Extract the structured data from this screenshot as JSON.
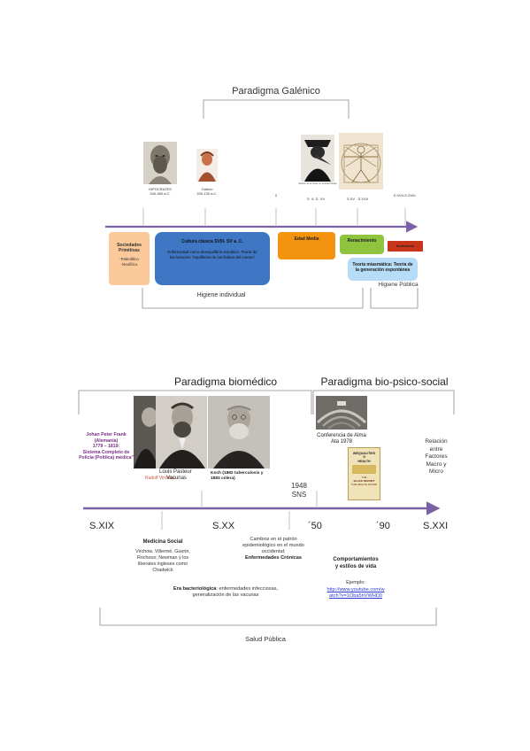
{
  "top": {
    "paradigm_title": "Paradigma Galénico",
    "figures": [
      {
        "name": "HIPOCRATES",
        "date": "340-360 a.C."
      },
      {
        "name": "Galeno",
        "date": "200-130 a.C."
      }
    ],
    "marks": {
      "zero": "0",
      "sv_sxv": "S. V- S. XV",
      "sxv_sxvii": "S.XV - S.XVII",
      "sxvii_sxviii": "S.XVII-S.XVIII"
    },
    "plague_caption": "Médico de la Peste en la Edad Media",
    "boxes": {
      "primitivas": {
        "title": "Sociedades Primitivas",
        "lines": [
          "-Paleolítico",
          "-Neolítico"
        ]
      },
      "clasica": {
        "title": "Cultura clásica SVIII- SV a. C.",
        "body": "Enfermedad como desequilibrio somático. Teoría de los humores \"equilibrios de los fluidos del cuerpo\""
      },
      "edad_media": {
        "title": "Edad Media"
      },
      "renacimiento": {
        "title": "Renacimiento"
      },
      "ilustracion": {
        "title": "Ilustración"
      },
      "miasmatica": {
        "title": "Teoría miasmática: Teoría de la generación espontánea"
      }
    },
    "higiene_individual": "Higiene individual",
    "higiene_publica": "Higiene Pública"
  },
  "bottom": {
    "paradigm_biomedico": "Paradigma biomédico",
    "paradigm_biopsico": "Paradigma bio-psico-social",
    "frank": {
      "name": "Johan Peter Frank",
      "country": "(Alemania)",
      "years": "1779 – 1819:",
      "work": "Sistema Completo de Policía (Política) médica\""
    },
    "pasteur": {
      "name": "Louis Pasteur",
      "sub": "Vacunas",
      "overlay": "Rudolf Virchow"
    },
    "koch": "Koch (1882 tuberculosis y 1883 cólera)",
    "alma_ata": "Conferencia de Alma Ata 1978",
    "sns": [
      "1948",
      "SNS"
    ],
    "relacion": [
      "Relación",
      "entre",
      "Factores",
      "Macro y",
      "Micro"
    ],
    "book": {
      "line1": "INEQUALITIES",
      "line2": "IN",
      "line3": "HEALTH",
      "line4": "THE",
      "line5": "BLACK REPORT",
      "line6": "THE HEALTH DIVIDE"
    },
    "axis": {
      "sxix": "S.XIX",
      "sxx": "S.XX",
      "y50": "´50",
      "y90": "´90",
      "sxxi": "S.XXI"
    },
    "medicina_social": {
      "title": "Medicina Social",
      "body": "Virchow, Villermé, Guerin, Rochoux; Newman y los liberales ingleses como Chadwick"
    },
    "cambios": {
      "body": "Cambios en el patrón epidemiológico en el mundo occidental:",
      "bold": "Enfermedades Crónicas"
    },
    "comportamientos": [
      "Comportamientos",
      "y estilos de vida"
    ],
    "ejemplo": {
      "label": "Ejemplo:",
      "link1": "http://www.youtube.com/w",
      "link2": "atch?v=1Oba5hVWHD0"
    },
    "era": {
      "bold": "Era bacteriológica",
      "rest": ": enfermedades infecciosas, generalización de las vacunas"
    },
    "salud_publica": "Salud Pública"
  },
  "colors": {
    "axis": "#7b62a6",
    "primitivas": "#fbc99a",
    "clasica": "#3f77c4",
    "edad_media": "#f4930e",
    "renacimiento": "#8fc43e",
    "ilustracion": "#c8351a",
    "miasmatica": "#b7dcf7",
    "frank": "#7b2f8a"
  }
}
